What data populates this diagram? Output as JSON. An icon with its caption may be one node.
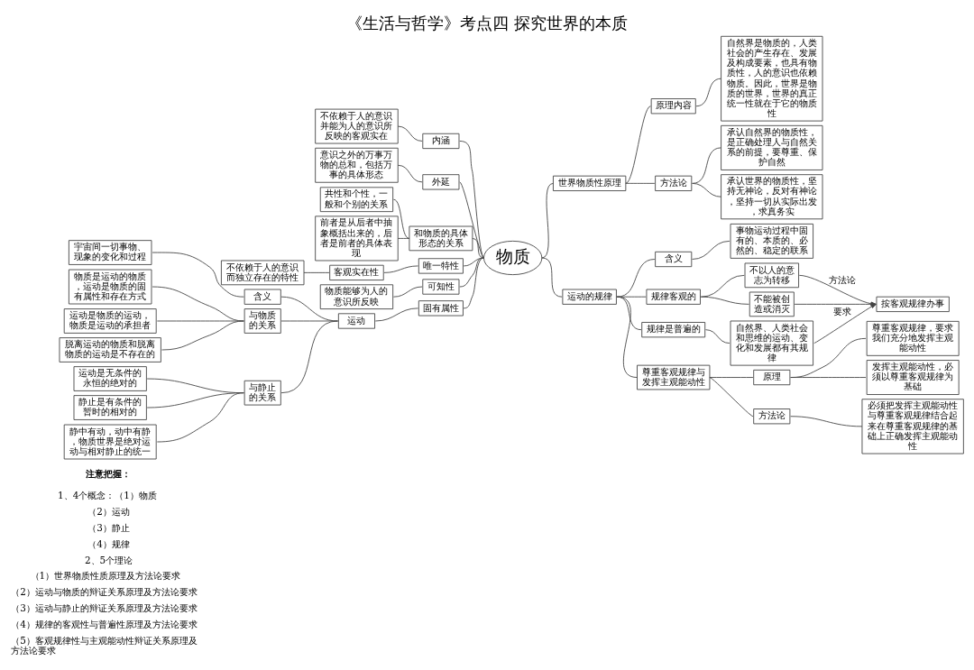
{
  "diagram": {
    "title": "《生活与哲学》考点四 探究世界的本质",
    "nodes": [
      {
        "text": [
          "物质"
        ]
      },
      {
        "text": [
          "不依赖于人的意识并能为人的意识所反映的客观实在"
        ]
      },
      {
        "text": [
          "内涵"
        ]
      },
      {
        "text": [
          "意识之外的万事万物的总和，包括万事的具体形态"
        ]
      },
      {
        "text": [
          "外延"
        ]
      },
      {
        "text": [
          "共性和个性，一般和个别的关系"
        ]
      },
      {
        "text": [
          "前者是从后者中抽象概括出来的，后者是前者的具体表现"
        ]
      },
      {
        "text": [
          "和物质的具体形态的关系"
        ]
      },
      {
        "text": [
          "不依赖于人的意识而独立存在的特性"
        ]
      },
      {
        "text": [
          "客观实在性"
        ]
      },
      {
        "text": [
          "唯一特性"
        ]
      },
      {
        "text": [
          "物质能够为人的意识所反映"
        ]
      },
      {
        "text": [
          "可知性"
        ]
      },
      {
        "text": [
          "宇宙间一切事物、现象的变化和过程"
        ]
      },
      {
        "text": [
          "含义"
        ]
      },
      {
        "text": [
          "物质是运动的物质，运动是物质的固有属性和存在方式"
        ]
      },
      {
        "text": [
          "运动是物质的运动，物质是运动的承担者"
        ]
      },
      {
        "text": [
          "脱离运动的物质和脱离物质的运动是不存在的"
        ]
      },
      {
        "text": [
          "与物质的关系"
        ]
      },
      {
        "text": [
          "运动是无条件的永恒的绝对的"
        ]
      },
      {
        "text": [
          "静止是有条件的暂时的相对的"
        ]
      },
      {
        "text": [
          "静中有动，动中有静，物质世界是绝对运动与相对静止的统一"
        ]
      },
      {
        "text": [
          "与静止的关系"
        ]
      },
      {
        "text": [
          "运动"
        ]
      },
      {
        "text": [
          "固有属性"
        ]
      },
      {
        "text": [
          "世界物质性原理"
        ]
      },
      {
        "text": [
          "原理内容"
        ]
      },
      {
        "text": [
          "自然界是物质的，人类社会的产生存在、发展及构成要素，也具有物质性，人的意识也依赖物质。因此，世界是物质的世界，世界的真正统一性就在于它的物质性"
        ]
      },
      {
        "text": [
          "方法论"
        ]
      },
      {
        "text": [
          "承认自然界的物质性，是正确处理人与自然关系的前提，要尊重、保护自然"
        ]
      },
      {
        "text": [
          "承认世界的物质性，坚持无神论，反对有神论，坚持一切从实际出发，求真务实"
        ]
      },
      {
        "text": [
          "运动的规律"
        ]
      },
      {
        "text": [
          "含义"
        ]
      },
      {
        "text": [
          "事物运动过程中固有的、本质的、必然的、稳定的联系"
        ]
      },
      {
        "text": [
          "规律客观的"
        ]
      },
      {
        "text": [
          "不以人的意志为转移"
        ]
      },
      {
        "text": [
          "不能被创造或消灭"
        ]
      },
      {
        "text": [
          "规律是普遍的"
        ]
      },
      {
        "text": [
          "自然界、人类社会和思维的运动、变化和发展都有其规律"
        ]
      },
      {
        "text": [
          "按客观规律办事"
        ]
      },
      {
        "text": [
          "尊重客观规律与发挥主观能动性"
        ]
      },
      {
        "text": [
          "原理"
        ]
      },
      {
        "text": [
          "尊重客观规律，要求我们充分地发挥主观能动性"
        ]
      },
      {
        "text": [
          "发挥主观能动性，必须以尊重客观规律为基础"
        ]
      },
      {
        "text": [
          "方法论"
        ]
      },
      {
        "text": [
          "必须把发挥主观能动性与尊重客观规律结合起来在尊重客观规律的基础上正确发挥主观能动性"
        ]
      }
    ],
    "edges": [
      {
        "from": 1,
        "to": 2,
        "arrow": "none"
      },
      {
        "from": 2,
        "to": 0,
        "arrow": "none"
      },
      {
        "from": 3,
        "to": 4,
        "arrow": "none"
      },
      {
        "from": 4,
        "to": 0,
        "arrow": "none"
      },
      {
        "from": 5,
        "to": 7,
        "arrow": "none"
      },
      {
        "from": 6,
        "to": 7,
        "arrow": "none"
      },
      {
        "from": 7,
        "to": 0,
        "arrow": "none"
      },
      {
        "from": 8,
        "to": 9,
        "arrow": "none"
      },
      {
        "from": 9,
        "to": 10,
        "arrow": "none"
      },
      {
        "from": 10,
        "to": 0,
        "arrow": "none"
      },
      {
        "from": 11,
        "to": 12,
        "arrow": "none"
      },
      {
        "from": 12,
        "to": 0,
        "arrow": "none"
      },
      {
        "from": 13,
        "to": 14,
        "arrow": "none"
      },
      {
        "from": 14,
        "to": 23,
        "arrow": "none"
      },
      {
        "from": 15,
        "to": 18,
        "arrow": "none"
      },
      {
        "from": 16,
        "to": 18,
        "arrow": "none"
      },
      {
        "from": 17,
        "to": 18,
        "arrow": "none"
      },
      {
        "from": 18,
        "to": 23,
        "arrow": "none"
      },
      {
        "from": 19,
        "to": 22,
        "arrow": "none"
      },
      {
        "from": 20,
        "to": 22,
        "arrow": "none"
      },
      {
        "from": 21,
        "to": 22,
        "arrow": "none"
      },
      {
        "from": 22,
        "to": 23,
        "arrow": "none"
      },
      {
        "from": 23,
        "to": 24,
        "arrow": "none"
      },
      {
        "from": 24,
        "to": 0,
        "arrow": "none"
      },
      {
        "from": 0,
        "to": 25,
        "arrow": "none"
      },
      {
        "from": 25,
        "to": 26,
        "arrow": "none"
      },
      {
        "from": 26,
        "to": 27,
        "arrow": "none"
      },
      {
        "from": 25,
        "to": 28,
        "arrow": "none"
      },
      {
        "from": 28,
        "to": 29,
        "arrow": "none"
      },
      {
        "from": 28,
        "to": 30,
        "arrow": "none"
      },
      {
        "from": 0,
        "to": 31,
        "arrow": "none"
      },
      {
        "from": 31,
        "to": 32,
        "arrow": "none"
      },
      {
        "from": 32,
        "to": 33,
        "arrow": "none"
      },
      {
        "from": 31,
        "to": 34,
        "arrow": "none"
      },
      {
        "from": 34,
        "to": 35,
        "arrow": "none"
      },
      {
        "from": 34,
        "to": 36,
        "arrow": "none"
      },
      {
        "from": 31,
        "to": 37,
        "arrow": "none"
      },
      {
        "from": 37,
        "to": 38,
        "arrow": "none"
      },
      {
        "from": 35,
        "to": 39,
        "arrow": "to",
        "label": "方法论"
      },
      {
        "from": 36,
        "to": 39,
        "arrow": "to"
      },
      {
        "from": 38,
        "to": 39,
        "arrow": "to",
        "label": "要求"
      },
      {
        "from": 31,
        "to": 40,
        "arrow": "none"
      },
      {
        "from": 40,
        "to": 41,
        "arrow": "none"
      },
      {
        "from": 41,
        "to": 42,
        "arrow": "none"
      },
      {
        "from": 41,
        "to": 43,
        "arrow": "none"
      },
      {
        "from": 40,
        "to": 44,
        "arrow": "none"
      },
      {
        "from": 44,
        "to": 45,
        "arrow": "none"
      }
    ],
    "labels": [
      "注意把握：",
      "1、4个概念：（1）物质",
      "（2）运动",
      "（3）静止",
      "（4）规律",
      "2、5个理论",
      "（1）世界物质性质原理及方法论要求",
      "（2）运动与物质的辩证关系原理及方法论要求",
      "（3）运动与静止的辩证关系原理及方法论要求",
      "（4）规律的客观性与普遍性原理及方法论要求",
      "（5）客观规律性与主观能动性辩证关系原理及方法论要求"
    ]
  }
}
